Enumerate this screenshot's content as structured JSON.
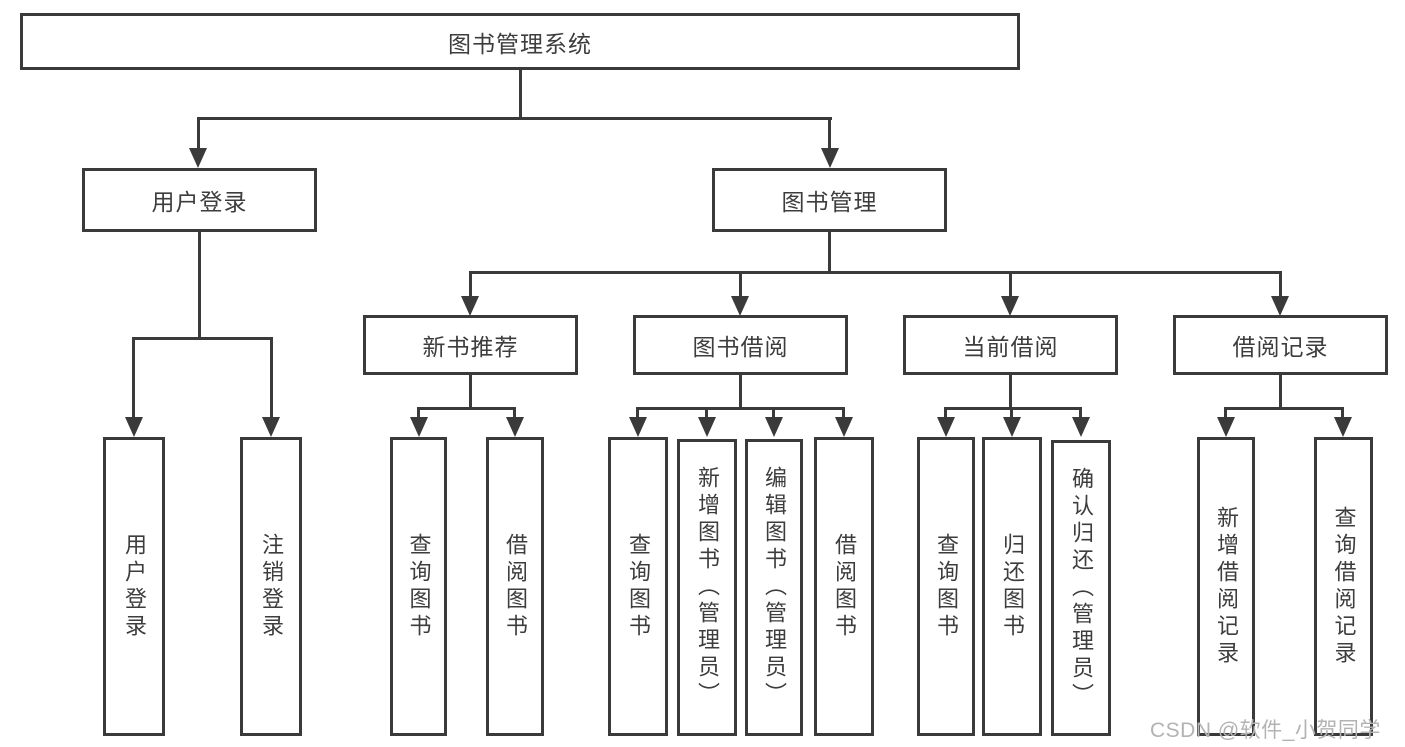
{
  "tree": {
    "label": "图书管理系统",
    "children": [
      {
        "label": "用户登录",
        "children": [
          {
            "label": "用户登录"
          },
          {
            "label": "注销登录"
          }
        ]
      },
      {
        "label": "图书管理",
        "children": [
          {
            "label": "新书推荐",
            "children": [
              {
                "label": "查询图书"
              },
              {
                "label": "借阅图书"
              }
            ]
          },
          {
            "label": "图书借阅",
            "children": [
              {
                "label": "查询图书"
              },
              {
                "label": "新增图书（管理员）"
              },
              {
                "label": "编辑图书（管理员）"
              },
              {
                "label": "借阅图书"
              }
            ]
          },
          {
            "label": "当前借阅",
            "children": [
              {
                "label": "查询图书"
              },
              {
                "label": "归还图书"
              },
              {
                "label": "确认归还（管理员）"
              }
            ]
          },
          {
            "label": "借阅记录",
            "children": [
              {
                "label": "新增借阅记录"
              },
              {
                "label": "查询借阅记录"
              }
            ]
          }
        ]
      }
    ]
  },
  "watermark": "CSDN @软件_小贺同学",
  "colors": {
    "line": "#3a3a3a",
    "box_fill": "#ffffff",
    "text": "#3d3d3d",
    "watermark_text": "#b3b3b3",
    "background": "#ffffff"
  }
}
